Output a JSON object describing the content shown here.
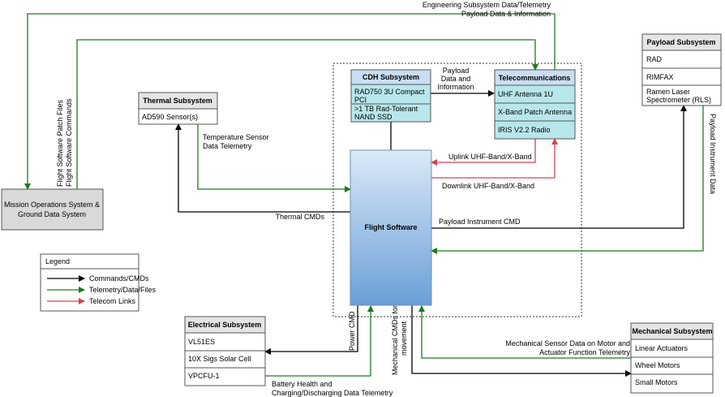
{
  "colors": {
    "command": "#000000",
    "telemetry": "#1e7b1e",
    "telecom": "#d9414f",
    "cdh_fill": "#b7e7ea",
    "cdh_header": "#c9def4",
    "box_header": "#e5e5e5",
    "mission_fill": "#d9d9d9",
    "flight_fill": "#7aaee0"
  },
  "labels": {
    "engineering": "Engineering Subsystem Data/Telemetry",
    "payload_data_info_top": "Payload Data & Information",
    "fs_patch_files": "Flight Software Patch Files",
    "fs_commands": "Flight Software Commands",
    "temp_telemetry_1": "Temperature Sensor",
    "temp_telemetry_2": "Data Telemetry",
    "thermal_cmds": "Thermal CMDs",
    "payload_mid_1": "Payload",
    "payload_mid_2": "Data and",
    "payload_mid_3": "Information",
    "uplink": "Uplink UHF-Band/X-Band",
    "downlink": "Downlink UHF-Band/X-Band",
    "payload_instrument_cmd": "Payload Instrument CMD",
    "payload_instrument_data": "Payload Instrument Data",
    "power_cmd": "Power CMD",
    "mech_cmds_1": "Mechanical CMDs for",
    "mech_cmds_2": "movement",
    "battery_1": "Battery Health and",
    "battery_2": "Charging/Discharging Data Telemetry",
    "mech_sensor_1": "Mechanical Sensor Data on Motor and",
    "mech_sensor_2": "Actuator Function Telemetry"
  },
  "cdh": {
    "title": "CDH Subsystem",
    "items": [
      "RAD750 3U Compact",
      "PCI",
      ">1 TB Rad-Tolerant",
      "NAND SSD"
    ]
  },
  "telecom": {
    "title": "Telecommunications",
    "items": [
      "UHF Antenna 1U",
      "X-Band Patch Antenna",
      "IRIS V2.2 Radio"
    ]
  },
  "payload": {
    "title": "Payload Subsystem",
    "items": [
      "RAD",
      "RIMFAX",
      "Ramen Laser",
      "Spectrometer (RLS)"
    ]
  },
  "thermal": {
    "title": "Thermal Subsystem",
    "items": [
      "AD590 Sensor(s)"
    ]
  },
  "mission": {
    "line1": "Mission Operations System &",
    "line2": "Ground Data System"
  },
  "flight": {
    "title": "Flight Software"
  },
  "electrical": {
    "title": "Electrical Subsystem",
    "items": [
      "VL51ES",
      "10X Sigs Solar Cell",
      "VPCFU-1"
    ]
  },
  "mechanical": {
    "title": "Mechanical Subsystem",
    "items": [
      "Linear Actuators",
      "Wheel Motors",
      "Small Motors"
    ]
  },
  "legend": {
    "title": "Legend",
    "items": [
      "Commands/CMDs",
      "Telemetry/Data/Files",
      "Telecom Links"
    ]
  }
}
